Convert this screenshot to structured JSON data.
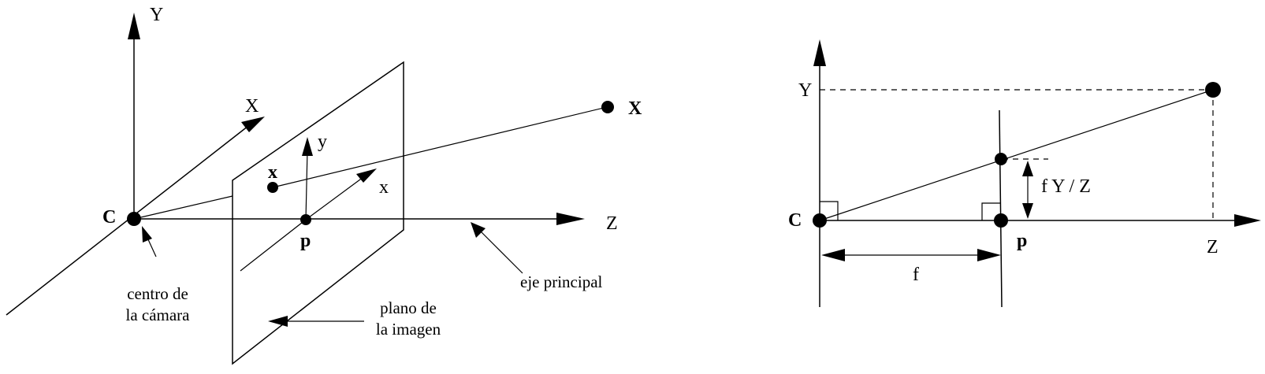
{
  "left_diagram": {
    "axis_Y": "Y",
    "axis_X": "X",
    "axis_Z": "Z",
    "image_axis_y": "y",
    "image_axis_x": "x",
    "camera_center": "C",
    "point_world": "X",
    "point_image": "x",
    "principal_point": "p",
    "note_camera_line1": "centro de",
    "note_camera_line2": "la cámara",
    "note_axis": "eje principal",
    "note_plane_line1": "plano de",
    "note_plane_line2": "la imagen"
  },
  "right_diagram": {
    "axis_Y": "Y",
    "axis_Z": "Z",
    "camera_center": "C",
    "principal_point": "p",
    "focal_length": "f",
    "projection": "f Y / Z"
  }
}
